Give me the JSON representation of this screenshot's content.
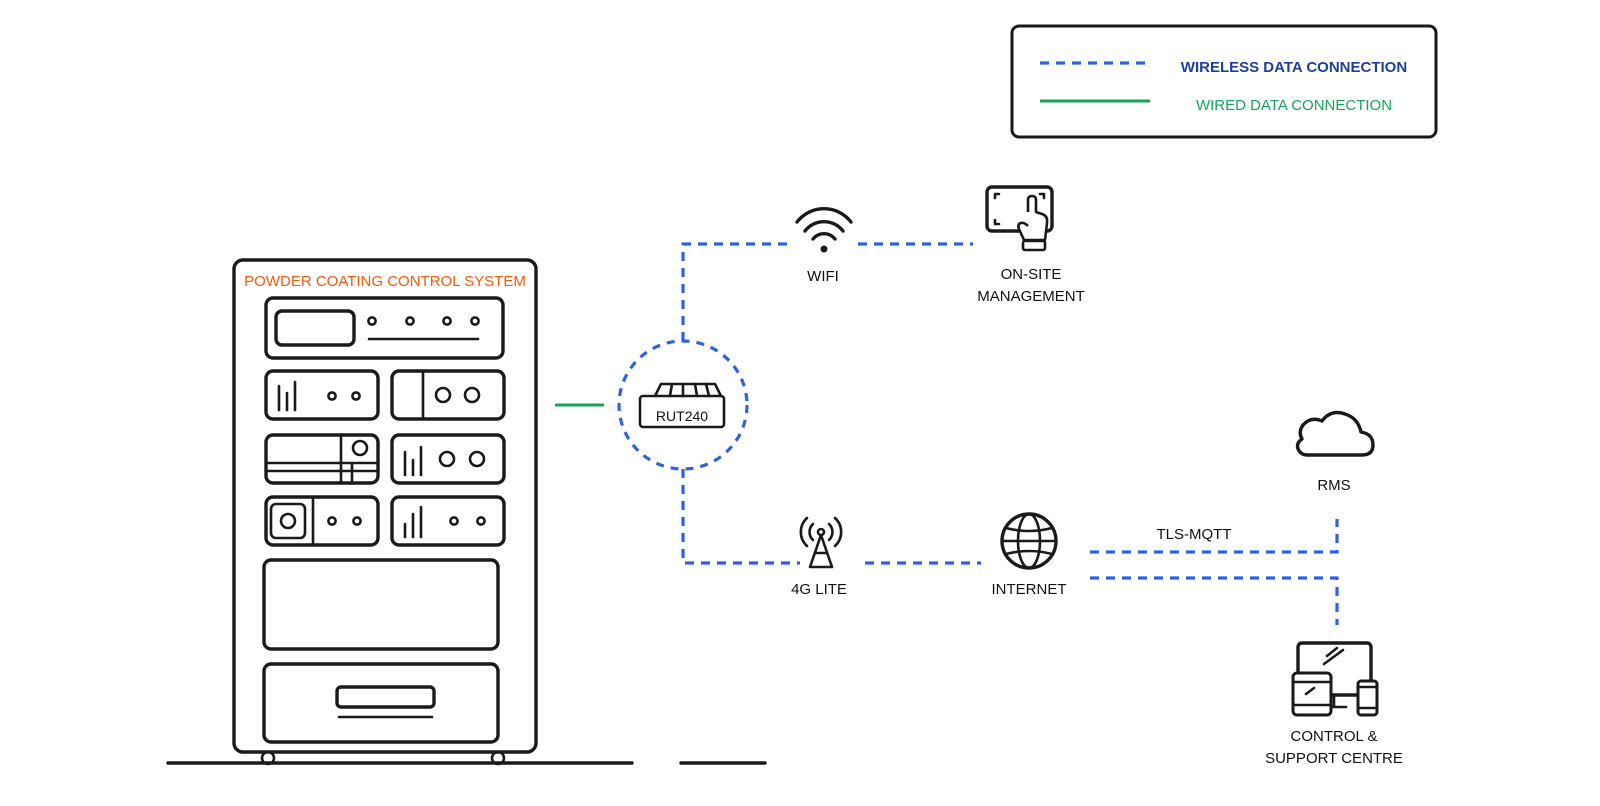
{
  "legend": {
    "wireless_label": "WIRELESS DATA CONNECTION",
    "wired_label": "WIRED DATA CONNECTION"
  },
  "cabinet": {
    "title": "POWDER COATING CONTROL SYSTEM"
  },
  "router": {
    "label": "RUT240"
  },
  "nodes": {
    "wifi": "WIFI",
    "onsite_line1": "ON-SITE",
    "onsite_line2": "MANAGEMENT",
    "lte": "4G LITE",
    "internet": "INTERNET",
    "rms": "RMS",
    "protocol": "TLS-MQTT",
    "control_line1": "CONTROL &",
    "control_line2": "SUPPORT CENTRE"
  },
  "colors": {
    "wireless": "#2f62e0",
    "wired": "#17a25a",
    "cabinet_title": "#f05a0f",
    "legend_wireless_text": "#1f3f99",
    "icon_stroke": "#1a1a1a"
  },
  "icons": [
    "wifi-icon",
    "touch-panel-icon",
    "router-icon",
    "cell-tower-icon",
    "globe-icon",
    "cloud-icon",
    "devices-icon"
  ]
}
